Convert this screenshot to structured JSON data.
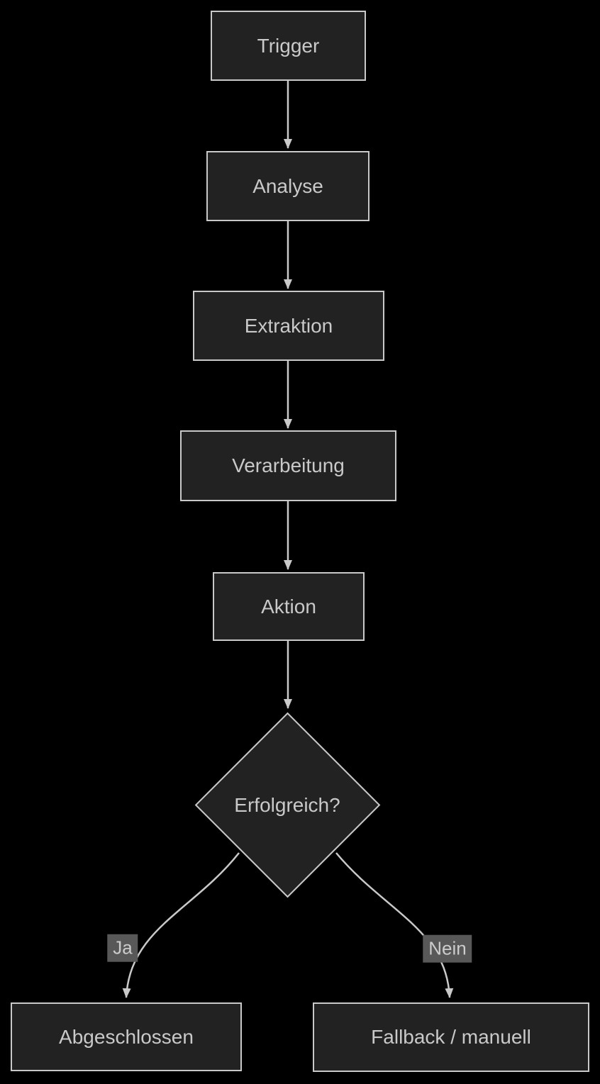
{
  "diagram": {
    "type": "flowchart",
    "direction": "top-down",
    "background": "#000000",
    "colors": {
      "node_fill": "#222222",
      "node_border": "#c9c9c9",
      "node_text": "#c9c9c9",
      "edge_line": "#c9c9c9",
      "edge_label_bg": "#585858",
      "edge_label_text": "#cccccc"
    },
    "nodes": [
      {
        "id": "trigger",
        "label": "Trigger",
        "shape": "rectangle"
      },
      {
        "id": "analyse",
        "label": "Analyse",
        "shape": "rectangle"
      },
      {
        "id": "extraktion",
        "label": "Extraktion",
        "shape": "rectangle"
      },
      {
        "id": "verarbeitung",
        "label": "Verarbeitung",
        "shape": "rectangle"
      },
      {
        "id": "aktion",
        "label": "Aktion",
        "shape": "rectangle"
      },
      {
        "id": "erfolgreich",
        "label": "Erfolgreich?",
        "shape": "diamond"
      },
      {
        "id": "abgeschlossen",
        "label": "Abgeschlossen",
        "shape": "rectangle"
      },
      {
        "id": "fallback",
        "label": "Fallback / manuell",
        "shape": "rectangle"
      }
    ],
    "edges": [
      {
        "from": "trigger",
        "to": "analyse",
        "label": ""
      },
      {
        "from": "analyse",
        "to": "extraktion",
        "label": ""
      },
      {
        "from": "extraktion",
        "to": "verarbeitung",
        "label": ""
      },
      {
        "from": "verarbeitung",
        "to": "aktion",
        "label": ""
      },
      {
        "from": "aktion",
        "to": "erfolgreich",
        "label": ""
      },
      {
        "from": "erfolgreich",
        "to": "abgeschlossen",
        "label": "Ja"
      },
      {
        "from": "erfolgreich",
        "to": "fallback",
        "label": "Nein"
      }
    ]
  }
}
